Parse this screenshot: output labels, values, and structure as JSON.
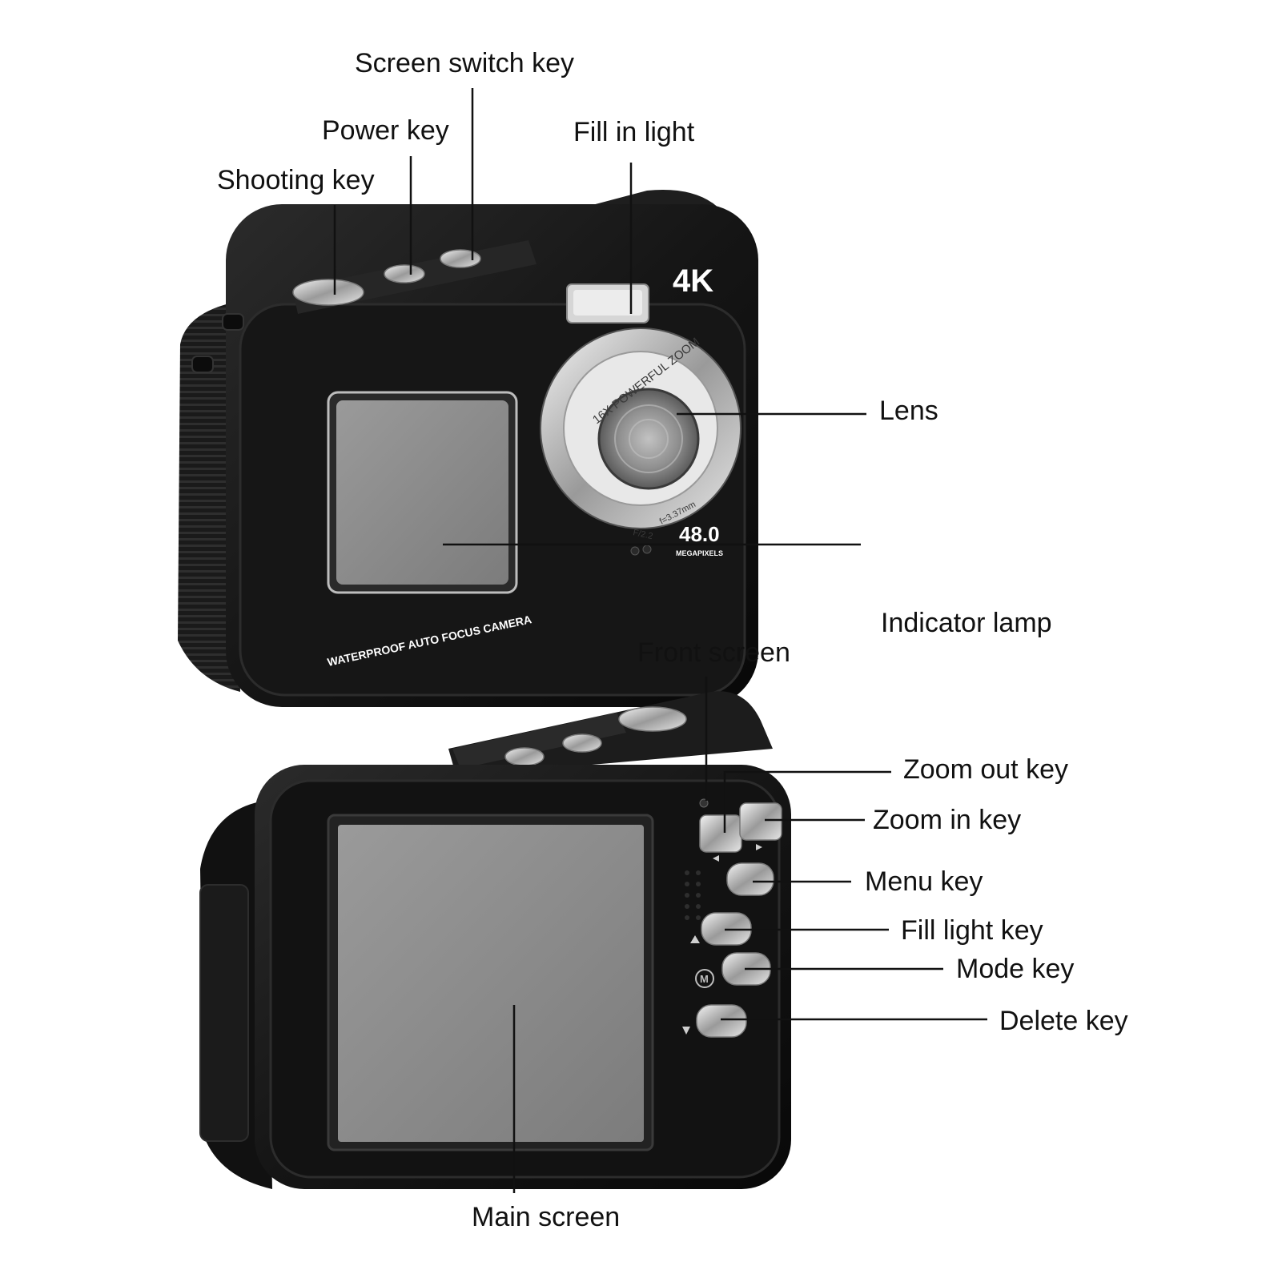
{
  "callouts": {
    "screen_switch_key": "Screen switch key",
    "power_key": "Power key",
    "shooting_key": "Shooting key",
    "fill_in_light": "Fill in light",
    "lens": "Lens",
    "indicator_lamp": "Indicator lamp",
    "front_screen": "Front screen",
    "zoom_out_key": "Zoom out key",
    "zoom_in_key": "Zoom in key",
    "menu_key": "Menu key",
    "fill_light_key": "Fill light key",
    "mode_key": "Mode key",
    "delete_key": "Delete key",
    "main_screen": "Main screen"
  },
  "camera_print": {
    "badge": "4K",
    "lens_ring": "16X POWERFUL ZOOM",
    "aperture": "F/2.2",
    "focal": "f=3.37mm",
    "megapixels": "48.0",
    "megapixels_unit": "MEGAPIXELS",
    "model": "WATERPROOF AUTO FOCUS CAMERA",
    "mode_glyph": "M"
  },
  "colors": {
    "body": "#141414",
    "edge": "#2a2a2a",
    "screen": "#8c8c8c",
    "chrome": "#d4d4d4"
  }
}
